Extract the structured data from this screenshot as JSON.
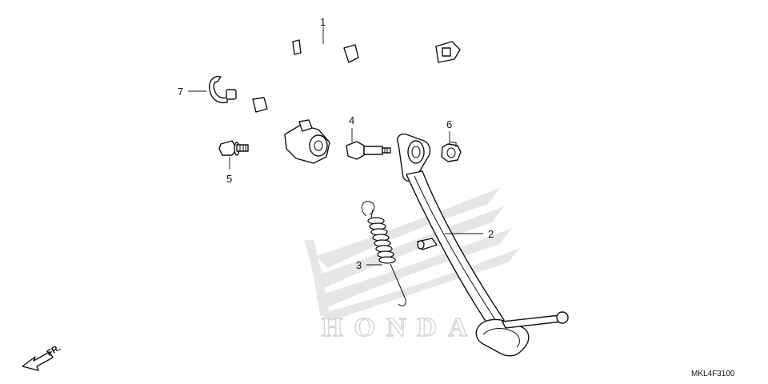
{
  "diagram": {
    "callouts": [
      {
        "id": "1",
        "label": "1"
      },
      {
        "id": "2",
        "label": "2"
      },
      {
        "id": "3",
        "label": "3"
      },
      {
        "id": "4",
        "label": "4"
      },
      {
        "id": "5",
        "label": "5"
      },
      {
        "id": "6",
        "label": "6"
      },
      {
        "id": "7",
        "label": "7"
      }
    ],
    "direction_marker": "FR.",
    "drawing_code": "MKL4F3100",
    "watermark": "HONDA",
    "colors": {
      "ink": "#111111",
      "watermark": "#e3e3e3",
      "background": "#ffffff"
    }
  }
}
